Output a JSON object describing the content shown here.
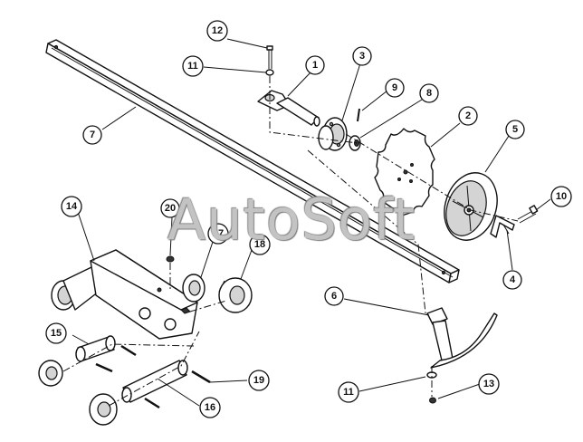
{
  "watermark": "AutoSoft",
  "callouts": [
    {
      "id": "c1",
      "label": "1"
    },
    {
      "id": "c2",
      "label": "2"
    },
    {
      "id": "c3",
      "label": "3"
    },
    {
      "id": "c4",
      "label": "4"
    },
    {
      "id": "c5",
      "label": "5"
    },
    {
      "id": "c6",
      "label": "6"
    },
    {
      "id": "c7",
      "label": "7"
    },
    {
      "id": "c8",
      "label": "8"
    },
    {
      "id": "c9",
      "label": "9"
    },
    {
      "id": "c10",
      "label": "10"
    },
    {
      "id": "c11a",
      "label": "11"
    },
    {
      "id": "c11b",
      "label": "11"
    },
    {
      "id": "c12",
      "label": "12"
    },
    {
      "id": "c13",
      "label": "13"
    },
    {
      "id": "c14",
      "label": "14"
    },
    {
      "id": "c15",
      "label": "15"
    },
    {
      "id": "c16",
      "label": "16"
    },
    {
      "id": "c17",
      "label": "17"
    },
    {
      "id": "c18",
      "label": "18"
    },
    {
      "id": "c19",
      "label": "19"
    },
    {
      "id": "c20",
      "label": "20"
    }
  ]
}
